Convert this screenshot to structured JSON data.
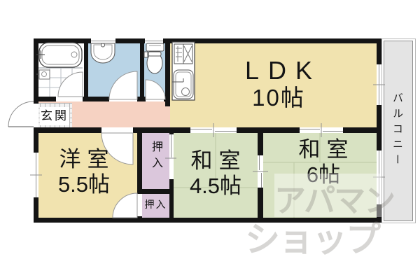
{
  "floor_plan": {
    "ldk": {
      "label": "LDK",
      "size": "10帖"
    },
    "western_room": {
      "label": "洋室",
      "size": "5.5帖"
    },
    "japanese_room_45": {
      "label": "和室",
      "size": "4.5帖"
    },
    "japanese_room_6": {
      "label": "和室",
      "size": "6帖"
    },
    "closet_upper": {
      "label": "押入"
    },
    "closet_lower": {
      "label": "押入"
    },
    "entrance": {
      "label": "玄関"
    },
    "balcony": {
      "label": "バルコニー"
    },
    "fixtures": [
      "bathtub-icon",
      "washbasin-icon",
      "toilet-icon",
      "stove-icon",
      "kitchen-sink-icon",
      "door-arc",
      "sliding-door",
      "window"
    ],
    "colors": {
      "wall": "#141414",
      "room_tan": "#f1e3af",
      "room_green": "#d8e2c2",
      "closet_purple": "#dbc7dc",
      "wet_room_blue": "#b9d4e6",
      "hallway_pink": "#f6d2c2",
      "balcony_gray": "#e4e4e4"
    }
  },
  "watermark": {
    "line1": "アパマン",
    "line2": "ショップ"
  }
}
